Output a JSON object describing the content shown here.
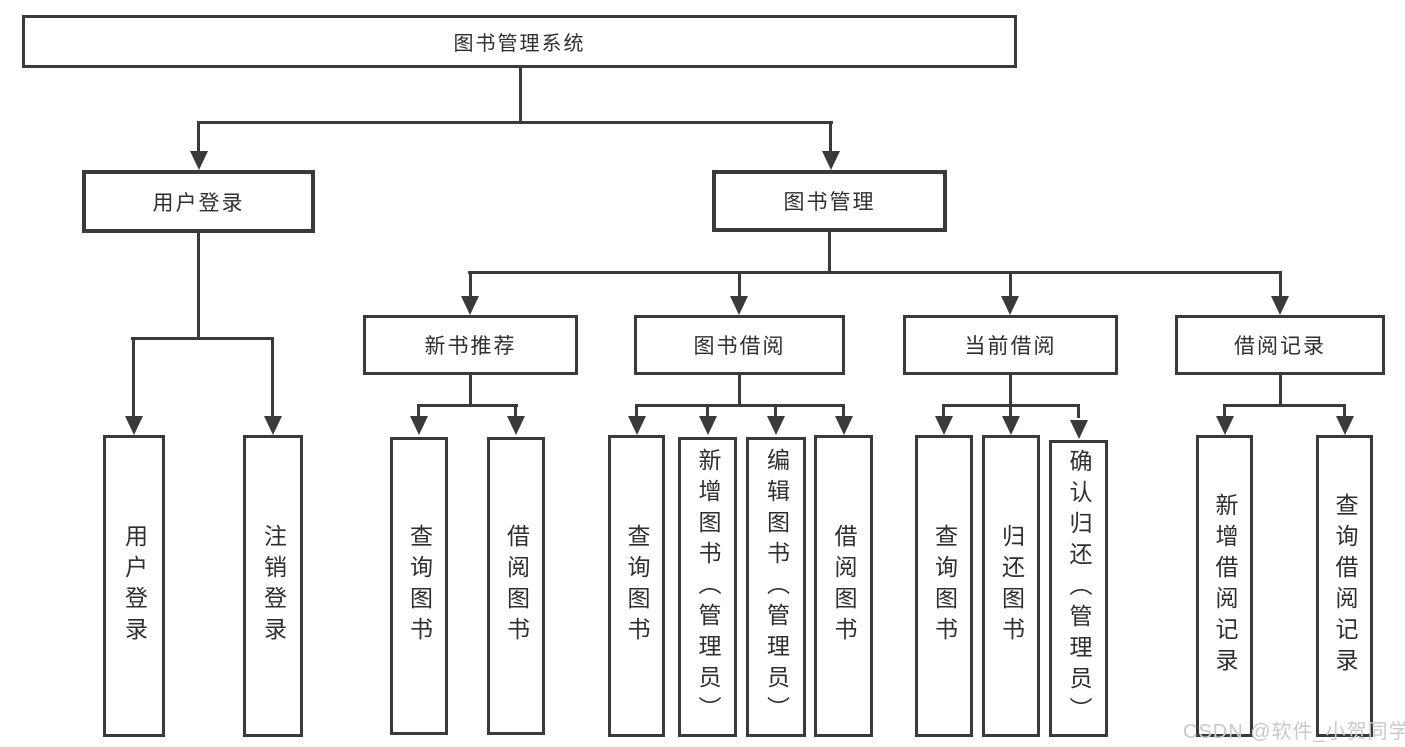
{
  "tree": {
    "label": "图书管理系统",
    "children": [
      {
        "label": "用户登录",
        "children": [
          {
            "label": "用户登录"
          },
          {
            "label": "注销登录"
          }
        ]
      },
      {
        "label": "图书管理",
        "children": [
          {
            "label": "新书推荐",
            "children": [
              {
                "label": "查询图书"
              },
              {
                "label": "借阅图书"
              }
            ]
          },
          {
            "label": "图书借阅",
            "children": [
              {
                "label": "查询图书"
              },
              {
                "label": "新增图书（管理员）"
              },
              {
                "label": "编辑图书（管理员）"
              },
              {
                "label": "借阅图书"
              }
            ]
          },
          {
            "label": "当前借阅",
            "children": [
              {
                "label": "查询图书"
              },
              {
                "label": "归还图书"
              },
              {
                "label": "确认归还（管理员）"
              }
            ]
          },
          {
            "label": "借阅记录",
            "children": [
              {
                "label": "新增借阅记录"
              },
              {
                "label": "查询借阅记录"
              }
            ]
          }
        ]
      }
    ]
  },
  "watermark": {
    "text": "CSDN @软件_小贺同学"
  },
  "colors": {
    "line": "#3a3a3a",
    "text": "#2f2f2f",
    "background": "#ffffff",
    "watermark": "#c9c9c9"
  }
}
